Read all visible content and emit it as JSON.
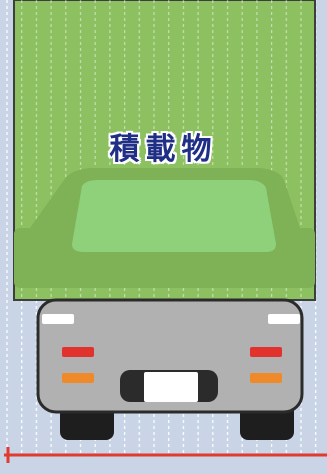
{
  "cargo": {
    "label": "積載物"
  },
  "colors": {
    "background": "#c9d5e6",
    "cargo_box": "#8cc060",
    "cab": "#7fb256",
    "windshield": "#8fd07a",
    "body_gray": "#b1b1b1",
    "tail_red": "#e2322e",
    "tail_orange": "#ee8a2a",
    "measure_line": "#e13a2e"
  },
  "icons": [
    "truck-rear-illustration",
    "dimension-arrow"
  ]
}
